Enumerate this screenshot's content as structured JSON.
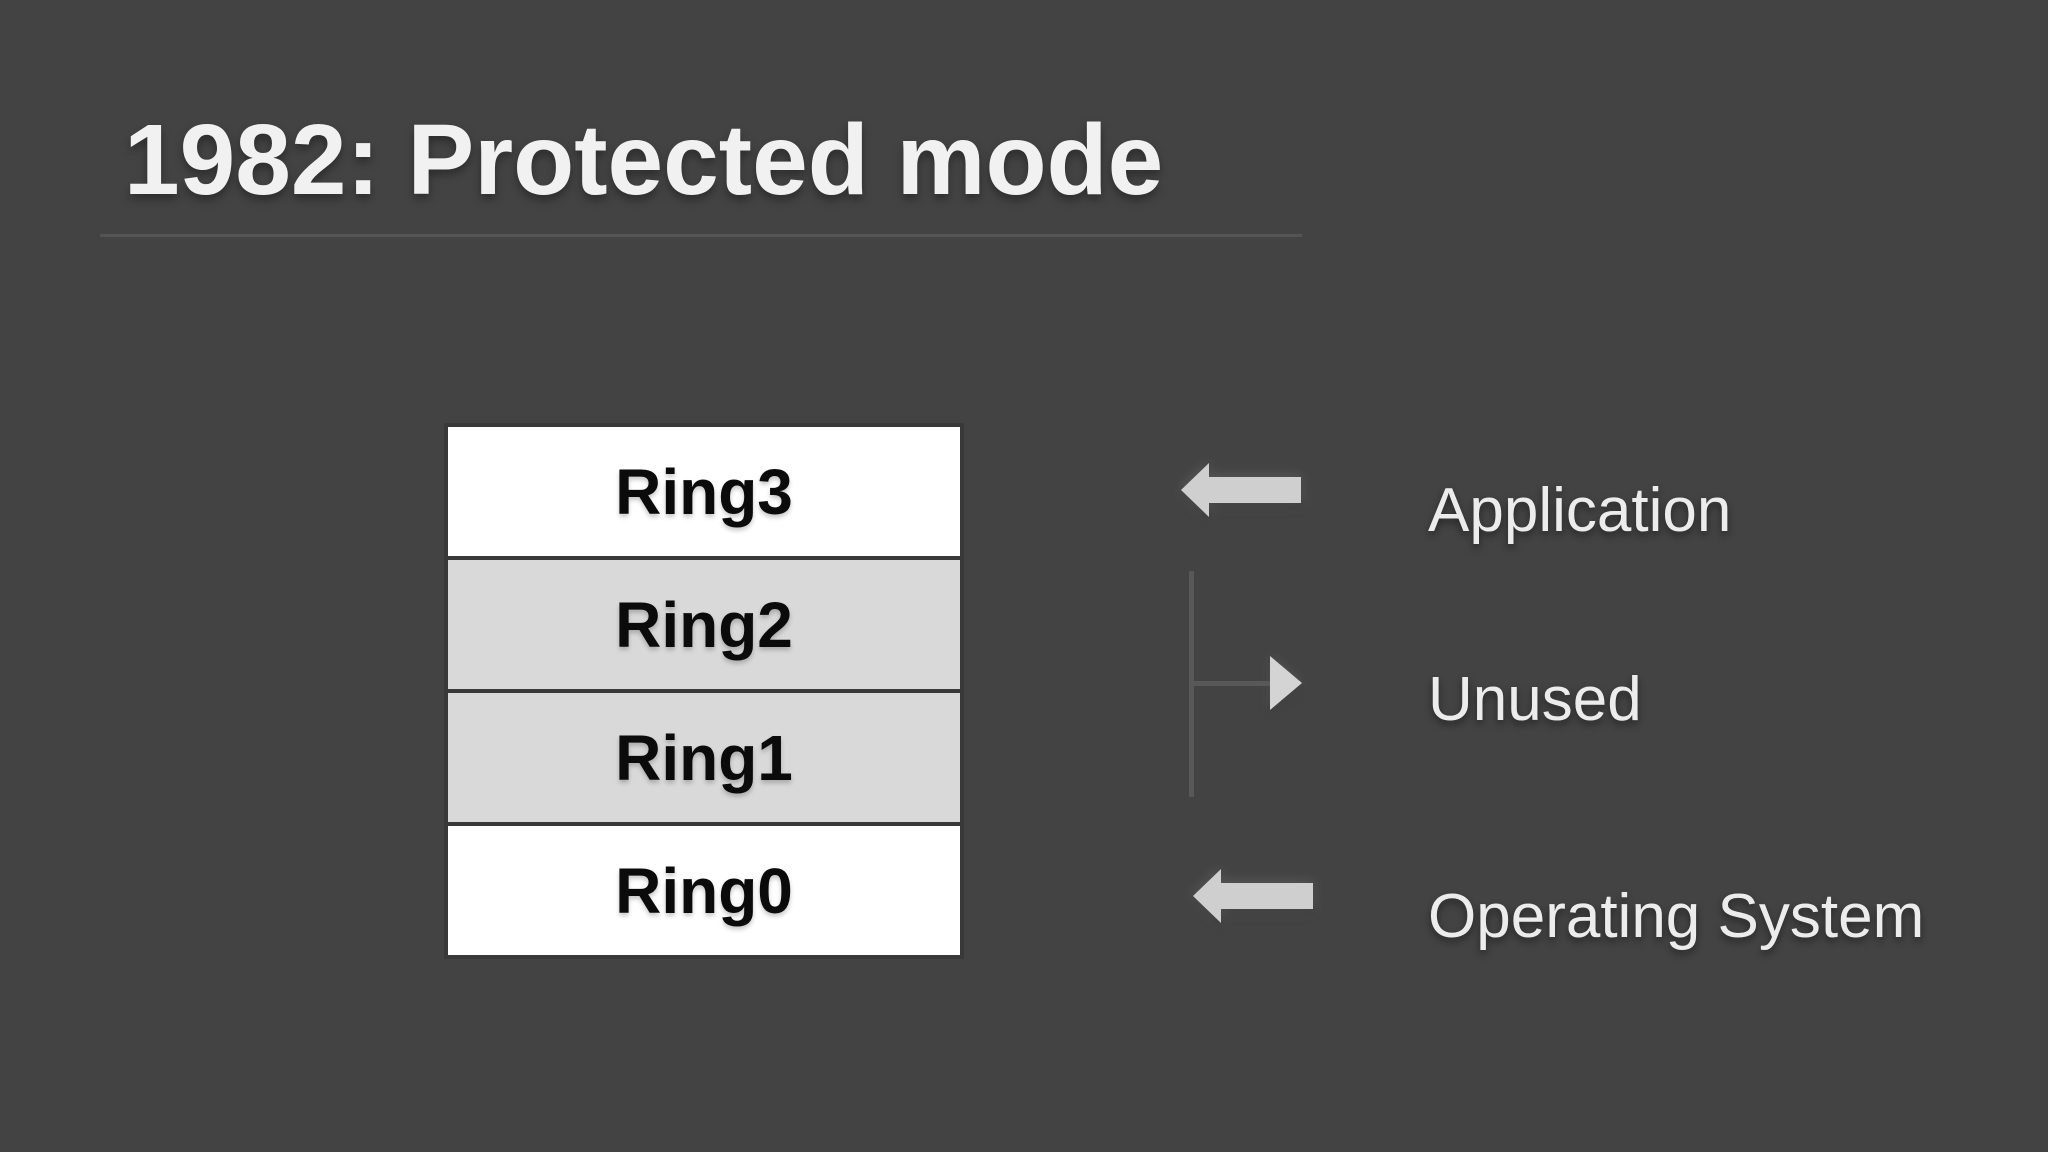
{
  "slide": {
    "title": "1982: Protected mode"
  },
  "colors": {
    "background": "#434343",
    "title_text": "#f1f1f1",
    "underline": "#545454",
    "ring_text": "#0b0b0b",
    "ring_fill_white": "#ffffff",
    "ring_fill_gray": "#d9d9d9",
    "ring_border": "#393939",
    "arrow_fill": "#cfcfcf",
    "bracket_arrow_fill": "#d4d4d4",
    "bracket_line": "#585858",
    "label_text": "#ececec"
  },
  "ring_stack": {
    "rings": [
      {
        "label": "Ring3",
        "fill": "#ffffff"
      },
      {
        "label": "Ring2",
        "fill": "#d9d9d9"
      },
      {
        "label": "Ring1",
        "fill": "#d9d9d9"
      },
      {
        "label": "Ring0",
        "fill": "#ffffff"
      }
    ]
  },
  "annotations": [
    {
      "label": "Application",
      "marker": "arrow-left-icon"
    },
    {
      "label": "Unused",
      "marker": "branch-arrow-right-icon"
    },
    {
      "label": "Operating System",
      "marker": "arrow-left-icon"
    }
  ]
}
